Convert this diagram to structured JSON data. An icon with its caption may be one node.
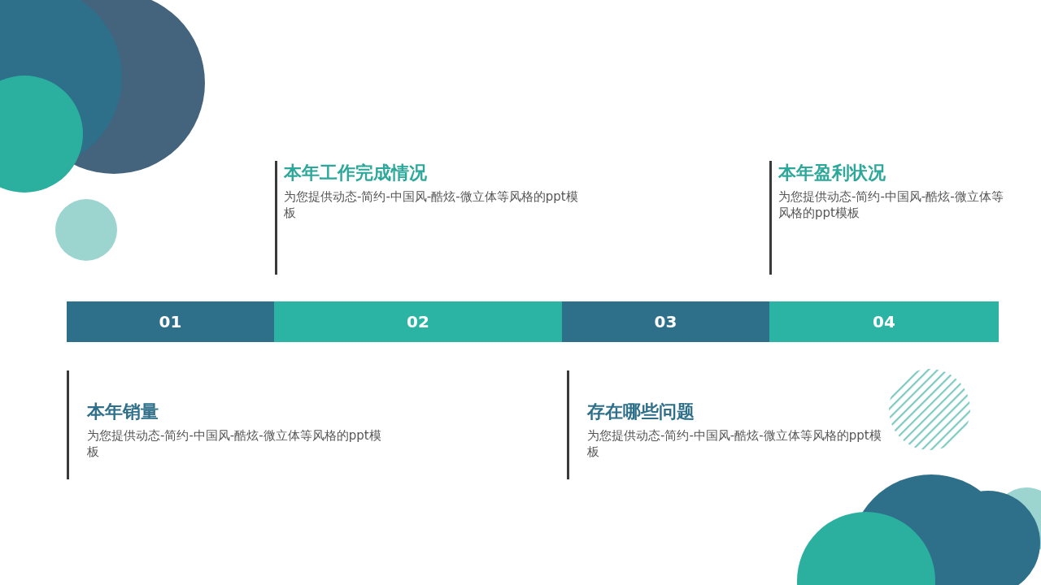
{
  "diagram": {
    "nodes": [
      {
        "text": [
          "本年工作完成情况",
          "为您提供动态-简约-中国风-酷炫-微立体等风格的ppt模板"
        ]
      },
      {
        "text": [
          "本年盈利状况",
          "为您提供动态-简约-中国风-酷炫-微立体等风格的ppt模板"
        ]
      },
      {
        "text": [
          "01"
        ]
      },
      {
        "text": [
          "02"
        ]
      },
      {
        "text": [
          "03"
        ]
      },
      {
        "text": [
          "04"
        ]
      },
      {
        "text": [
          "本年销量",
          "为您提供动态-简约-中国风-酷炫-微立体等风格的ppt模板"
        ]
      },
      {
        "text": [
          "存在哪些问题",
          "为您提供动态-简约-中国风-酷炫-微立体等风格的ppt模板"
        ]
      }
    ]
  }
}
